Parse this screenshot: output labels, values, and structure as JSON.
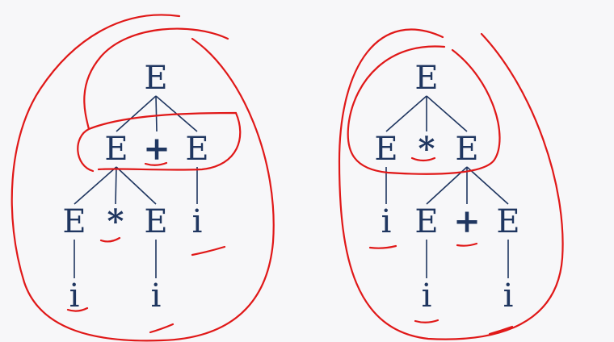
{
  "colors": {
    "node_text": "#1f3660",
    "edge": "#1f3660",
    "annotation": "#e01818",
    "background": "#f7f7f9"
  },
  "tree_left": {
    "root": "E",
    "level1": [
      "E",
      "+",
      "E"
    ],
    "level2": [
      "E",
      "*",
      "E",
      "i"
    ],
    "level3": [
      "i",
      "i"
    ]
  },
  "tree_right": {
    "root": "E",
    "level1": [
      "E",
      "*",
      "E"
    ],
    "level2": [
      "i",
      "E",
      "+",
      "E"
    ],
    "level3": [
      "i",
      "i"
    ]
  }
}
